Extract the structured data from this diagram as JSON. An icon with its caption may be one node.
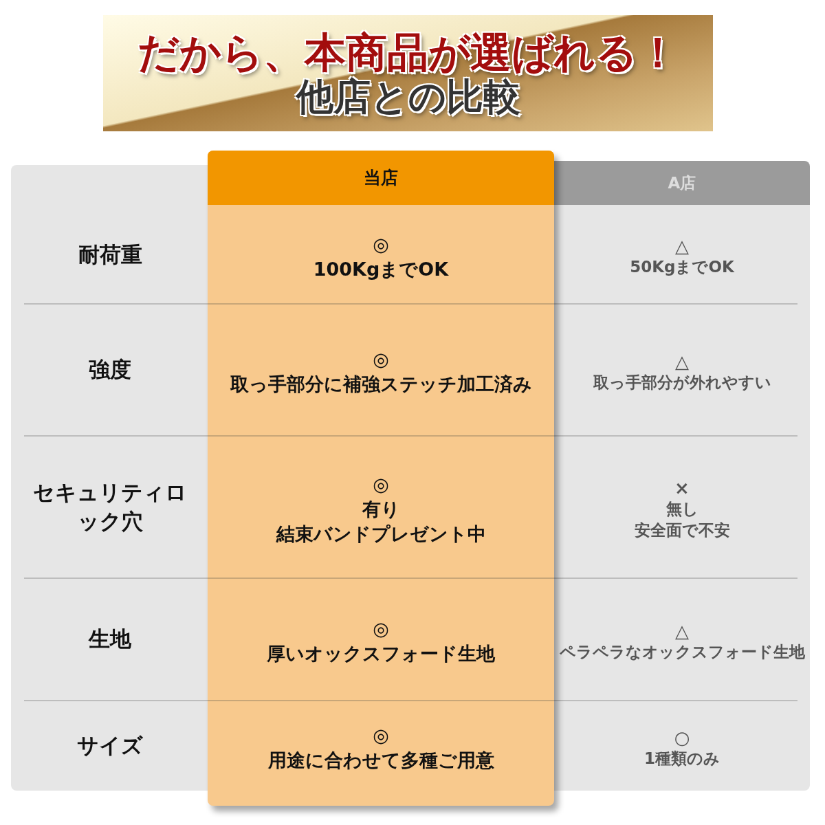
{
  "diagram": {
    "title": "だから、本商品が選ばれる！",
    "labels": [
      "他店との比較",
      "当店",
      "A店",
      "耐荷重",
      "◎",
      "100KgまでOK",
      "△",
      "50KgまでOK",
      "強度",
      "◎",
      "取っ手部分に補強ステッチ加工済み",
      "△",
      "取っ手部分が外れやすい",
      "セキュリティロック穴",
      "◎",
      "有り",
      "結束バンドプレゼント中",
      "×",
      "無し",
      "安全面で不安",
      "生地",
      "◎",
      "厚いオックスフォード生地",
      "△",
      "ペラペラなオックスフォード生地",
      "サイズ",
      "◎",
      "用途に合わせて多種ご用意",
      "○",
      "1種類のみ"
    ]
  }
}
